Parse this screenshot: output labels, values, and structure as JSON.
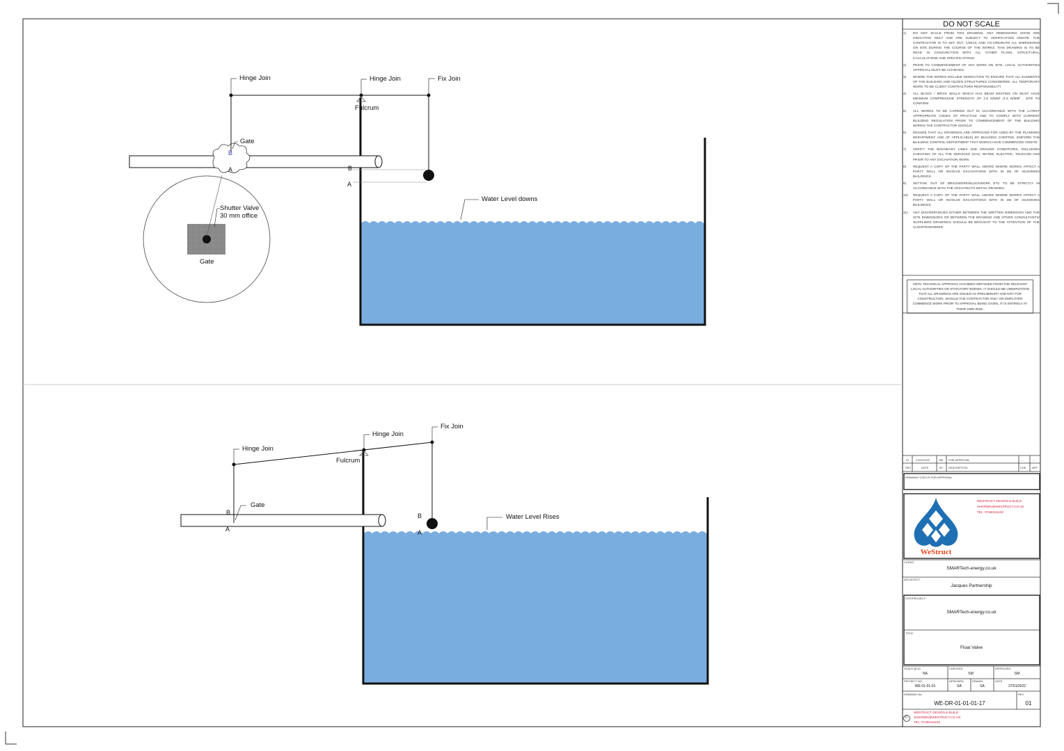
{
  "diagram_top": {
    "labels": {
      "hinge_join_left": "Hinge Join",
      "hinge_join_mid": "Hinge Join",
      "fix_join": "Fix Join",
      "fulcrum": "Fulcrum",
      "gate": "Gate",
      "point_b_gate": "B",
      "point_a_gate": "A",
      "point_b_float": "B",
      "point_a_float": "A",
      "water_level": "Water Level downs",
      "shutter_valve": "Shutter Valve",
      "shutter_valve_size": "30 mm office",
      "gate_detail": "Gate"
    }
  },
  "diagram_bottom": {
    "labels": {
      "hinge_join_left": "Hinge Join",
      "hinge_join_mid": "Hinge Join",
      "fix_join": "Fix Join",
      "fulcrum": "Fulcrum",
      "gate": "Gate",
      "point_b_gate": "B",
      "point_a_gate": "A",
      "point_b_float": "B",
      "point_a_float": "A",
      "water_level": "Water Level Rises"
    }
  },
  "colors": {
    "water": "#7aaddf",
    "line": "#111111",
    "brand_red": "#d21f3c",
    "logo_blue": "#1f6fb4",
    "logo_orange": "#e8461e"
  },
  "title_block": {
    "heading": "DO NOT SCALE",
    "notes": [
      {
        "num": "1)",
        "text": "DO NOT SCALE FROM THIS DRAWING, ANY DIMENSIONS SHOW ARE INDICATIVE ONLY AND ARE SUBJECT TO VERIFICATION ONSITE. THE CONTRACTOR IS TO SET OUT, CHECK AND CO-ORDINATE ALL DIMENSIONS ON SITE DURING THE COURSE OF THE WORKS. THIS DRAWING IS TO BE READ IN CONJUNCTION WITH ALL OTHER PLANS, STRUCTURAL CALCULATIONS AND SPECIFICATIONS."
      },
      {
        "num": "2)",
        "text": "PRIOR TO COMMENCEMENT OF ANY WORK ON SITE, LOCAL AUTHORITIES APPROVAL MUST BE ACHIEVED."
      },
      {
        "num": "3)",
        "text": "WHERE THE WORKS INCLUDE DEMOLITION TO ENSURE THAT ALL ELEMENTS OF THE BUILDING AND ADJOIN STRUCTURES CONSIDERED. ALL TEMPORARY WORK TO BE CLIENT CONTRACTORS RESPONSIBILITY"
      },
      {
        "num": "4)",
        "text": "ALL BLOCK / BRICK WALLS WHICH HAS BEAM RESTING ON MUST HAVE MINIMUM COMPRESSIVE STRENGTH OF 2.8 N/MM² /4.5 N/MM² , SITE TO CONFIRM"
      },
      {
        "num": "5)",
        "text": "ALL WORKS TO BE CARRIED OUT IN ACCORDANCE WITH THE LATEST APPROPRIATE CODES OF PRACTICE AND TO COMPLY WITH CURRENT BUILDING REGULATION PRIOR TO COMMENCEMENT OF THE BUILDING WORKS THE CONTRACTOR SHOULD:"
      },
      {
        "num": "6)",
        "text": "ENSURE THAT ALL DRAWINGS ARE APPROVED FOR USED BY THE PLANNING DEPARTMENT AND (IF APPLICABLE) BY BUILDING CONTROL 2INFORM THE BUILDING CONTROL DEPARTMENT THAT WORKS HAVE COMMENCED ONSITE."
      },
      {
        "num": "7)",
        "text": "VERIFY THE BOUNDARY LINES AND GROUND CONDITIONS, INCLUDING CHECKING OF ALL THE SERVICES (GAS, WATER, ELECTRIC, TELECOM AND PRIOR TO ANY EXCAVATION WORK."
      },
      {
        "num": "8)",
        "text": "REQUEST A COPY OF THE PARTY WALL AWARD WHERE WORKS AFFECT A PARTY WALL OR INVOLVE EXCAVATIONS WITH IN 3M OF ADJOINING BUILDINGS."
      },
      {
        "num": "9)",
        "text": "SETTING OUT OF BRICKWORK/BLOCKWORK ETC TO BE STRICTLY IN ACCORDANCE WITH THE ARCHITECTS DETAIL DRAWING."
      },
      {
        "num": "10)",
        "text": "REQUEST A COPY OF THE PARTY WALL AWARD WHERE WORKS AFFECT A PARTY WALL OR INVOLVE EXCAVATIONS WITH IN 3M OF ADJOINING BUILDINGS"
      },
      {
        "num": "11)",
        "text": "ANY DISCREPANCIES EITHER BETWEEN THE WRITTEN DIMENSION AND THE SITE DIMENSIONS OR BETWEEN THE DRAWING AND OTHER CONSULTANTS/ SUPPLIERS DRAWINGS SHOULD BE BROUGHT TO THE ATTENTION OF THE CLIENT/ENGINEER."
      }
    ],
    "approval_note": "UNTIL TECHNICAL APPROVAL HAS BEEN OBTAINED FROM THE RELEVANT LOCAL AUTHORITIES OR STATUTORY BODIES, IT SHOULD BE UNDERSTOOD THAT ALL DRAWINGS ARE ISSUED AS PRELIMINARY AND NOT FOR CONSTRUCTION. SHOULD THE CONTRACTOR AND / OR EMPLOYER COMMENCE WORK PRIOR TO APPROVAL BEING GIVEN, IT IS ENTIRELY AT THEIR OWN RISK.",
    "revision_row": {
      "rev": "01",
      "date": "27/01/2022",
      "by": "SM",
      "description": "FOR APPROVAL",
      "chk": "--",
      "app": "--"
    },
    "revision_headers": {
      "rev": "REV",
      "date": "DATE",
      "by": "BY",
      "description": "DESCRIPTION",
      "chk": "CHK",
      "app": "APP"
    },
    "drawing_status": "DRAWING STATUS FOR APPROVAL",
    "company_lines": [
      "WESTRUCT DESIGN & BUILD",
      "SHERWIN@WESTRUCT.CO.UK",
      "TEL: 07480111152"
    ],
    "logo_text": "WeStruct",
    "client_label": "CLIENT:",
    "client": "SMARTech-energy.co.uk",
    "architect_label": "ARCHITECT:",
    "architect": "Jacques Partnership",
    "site_project_label": "SITE/PROJECT:",
    "site_project": "SMARTech-energy.co.uk",
    "title_label": "TITLE:",
    "title": "Float Valve",
    "scale_label": "SCALE @ A1",
    "scale": "NA",
    "checked_label": "CHECKED",
    "checked": "SM",
    "approved_label": "APPROVED:",
    "approved": "SM",
    "project_no_label": "PROJECT NO.",
    "project_no": "WE-01-01-01",
    "designed_label": "DESIGNED",
    "designed": "SA",
    "drawn_label": "DRAWN",
    "drawn": "SA",
    "date_label": "DATE",
    "date": "27/01/2022",
    "drawing_no_label": "DRAWING No.",
    "drawing_no": "WE-DR-01-01-01-17",
    "rev_label": "REV",
    "rev": "01",
    "copyright_symbol": "©",
    "footer_lines": [
      "WESTRUCT DESIGN & BUILD",
      "SHERWIN@WESTRUCT.CO.UK",
      "TEL: 07480111152"
    ]
  }
}
